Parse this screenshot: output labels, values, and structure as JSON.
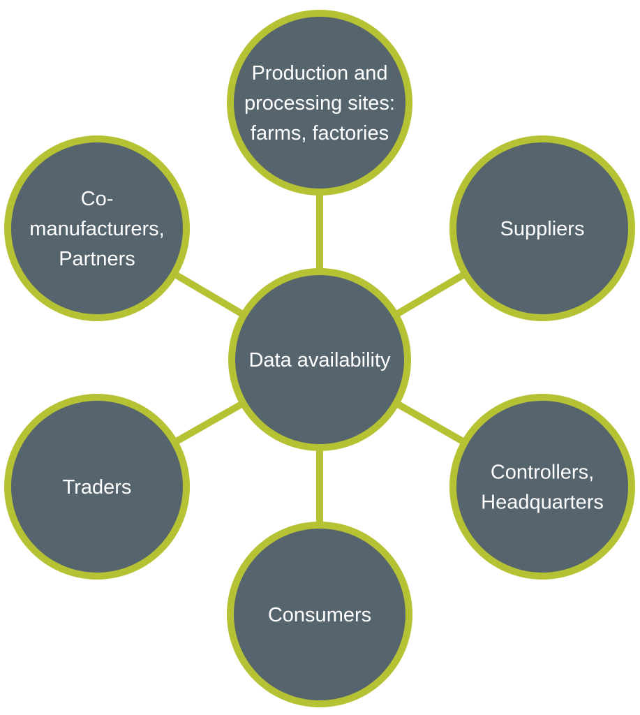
{
  "colors": {
    "node_fill": "#56646d",
    "node_border": "#b5c234",
    "connector": "#b5c234",
    "label_text": "#ffffff"
  },
  "center": {
    "lines": [
      "Data availability"
    ]
  },
  "satellites": [
    {
      "id": "production",
      "lines": [
        "Production and",
        "processing sites:",
        "farms, factories"
      ]
    },
    {
      "id": "suppliers",
      "lines": [
        "Suppliers"
      ]
    },
    {
      "id": "controllers",
      "lines": [
        "Controllers,",
        "Headquarters"
      ]
    },
    {
      "id": "consumers",
      "lines": [
        "Consumers"
      ]
    },
    {
      "id": "traders",
      "lines": [
        "Traders"
      ]
    },
    {
      "id": "co-manufacturers",
      "lines": [
        "Co-",
        "manufacturers,",
        "Partners"
      ]
    }
  ]
}
